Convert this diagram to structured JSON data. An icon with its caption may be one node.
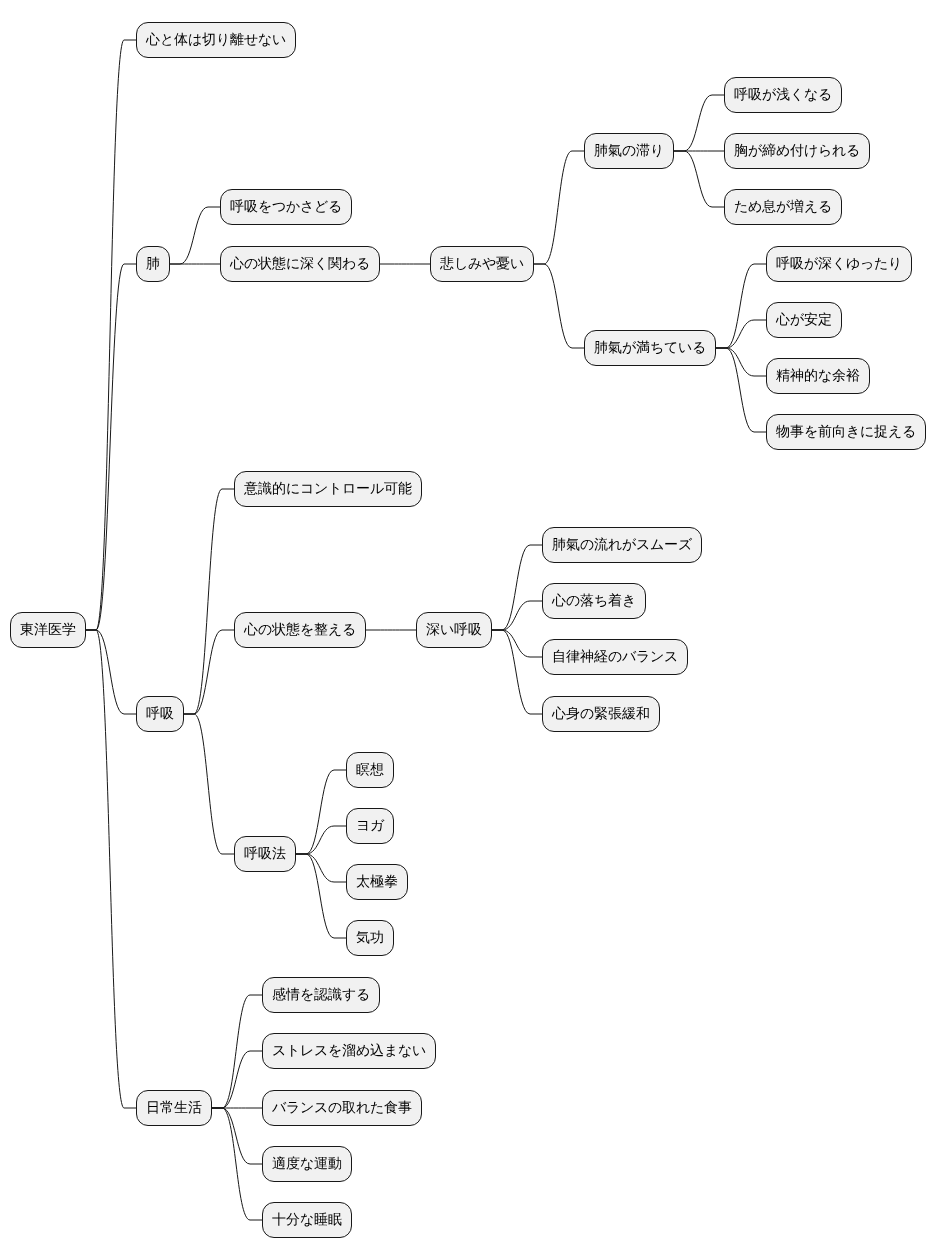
{
  "diagram": {
    "nodes": [
      {
        "text": [
          "東洋医学"
        ]
      },
      {
        "text": [
          "心と体は切り離せない"
        ]
      },
      {
        "text": [
          "肺"
        ]
      },
      {
        "text": [
          "呼吸をつかさどる"
        ]
      },
      {
        "text": [
          "心の状態に深く関わる"
        ]
      },
      {
        "text": [
          "悲しみや憂い"
        ]
      },
      {
        "text": [
          "肺氣の滞り"
        ]
      },
      {
        "text": [
          "呼吸が浅くなる"
        ]
      },
      {
        "text": [
          "胸が締め付けられる"
        ]
      },
      {
        "text": [
          "ため息が増える"
        ]
      },
      {
        "text": [
          "肺氣が満ちている"
        ]
      },
      {
        "text": [
          "呼吸が深くゆったり"
        ]
      },
      {
        "text": [
          "心が安定"
        ]
      },
      {
        "text": [
          "精神的な余裕"
        ]
      },
      {
        "text": [
          "物事を前向きに捉える"
        ]
      },
      {
        "text": [
          "呼吸"
        ]
      },
      {
        "text": [
          "意識的にコントロール可能"
        ]
      },
      {
        "text": [
          "心の状態を整える"
        ]
      },
      {
        "text": [
          "深い呼吸"
        ]
      },
      {
        "text": [
          "肺氣の流れがスムーズ"
        ]
      },
      {
        "text": [
          "心の落ち着き"
        ]
      },
      {
        "text": [
          "自律神経のバランス"
        ]
      },
      {
        "text": [
          "心身の緊張緩和"
        ]
      },
      {
        "text": [
          "呼吸法"
        ]
      },
      {
        "text": [
          "瞑想"
        ]
      },
      {
        "text": [
          "ヨガ"
        ]
      },
      {
        "text": [
          "太極拳"
        ]
      },
      {
        "text": [
          "気功"
        ]
      },
      {
        "text": [
          "日常生活"
        ]
      },
      {
        "text": [
          "感情を認識する"
        ]
      },
      {
        "text": [
          "ストレスを溜め込まない"
        ]
      },
      {
        "text": [
          "バランスの取れた食事"
        ]
      },
      {
        "text": [
          "適度な運動"
        ]
      },
      {
        "text": [
          "十分な睡眠"
        ]
      }
    ],
    "edges": [
      {
        "from": 0,
        "to": 1,
        "arrow": "none"
      },
      {
        "from": 0,
        "to": 2,
        "arrow": "none"
      },
      {
        "from": 2,
        "to": 3,
        "arrow": "none"
      },
      {
        "from": 2,
        "to": 4,
        "arrow": "none"
      },
      {
        "from": 4,
        "to": 5,
        "arrow": "none"
      },
      {
        "from": 5,
        "to": 6,
        "arrow": "none"
      },
      {
        "from": 6,
        "to": 7,
        "arrow": "none"
      },
      {
        "from": 6,
        "to": 8,
        "arrow": "none"
      },
      {
        "from": 6,
        "to": 9,
        "arrow": "none"
      },
      {
        "from": 5,
        "to": 10,
        "arrow": "none"
      },
      {
        "from": 10,
        "to": 11,
        "arrow": "none"
      },
      {
        "from": 10,
        "to": 12,
        "arrow": "none"
      },
      {
        "from": 10,
        "to": 13,
        "arrow": "none"
      },
      {
        "from": 10,
        "to": 14,
        "arrow": "none"
      },
      {
        "from": 0,
        "to": 15,
        "arrow": "none"
      },
      {
        "from": 15,
        "to": 16,
        "arrow": "none"
      },
      {
        "from": 15,
        "to": 17,
        "arrow": "none"
      },
      {
        "from": 17,
        "to": 18,
        "arrow": "none"
      },
      {
        "from": 18,
        "to": 19,
        "arrow": "none"
      },
      {
        "from": 18,
        "to": 20,
        "arrow": "none"
      },
      {
        "from": 18,
        "to": 21,
        "arrow": "none"
      },
      {
        "from": 18,
        "to": 22,
        "arrow": "none"
      },
      {
        "from": 15,
        "to": 23,
        "arrow": "none"
      },
      {
        "from": 23,
        "to": 24,
        "arrow": "none"
      },
      {
        "from": 23,
        "to": 25,
        "arrow": "none"
      },
      {
        "from": 23,
        "to": 26,
        "arrow": "none"
      },
      {
        "from": 23,
        "to": 27,
        "arrow": "none"
      },
      {
        "from": 0,
        "to": 28,
        "arrow": "none"
      },
      {
        "from": 28,
        "to": 29,
        "arrow": "none"
      },
      {
        "from": 28,
        "to": 30,
        "arrow": "none"
      },
      {
        "from": 28,
        "to": 31,
        "arrow": "none"
      },
      {
        "from": 28,
        "to": 32,
        "arrow": "none"
      },
      {
        "from": 28,
        "to": 33,
        "arrow": "none"
      }
    ]
  }
}
